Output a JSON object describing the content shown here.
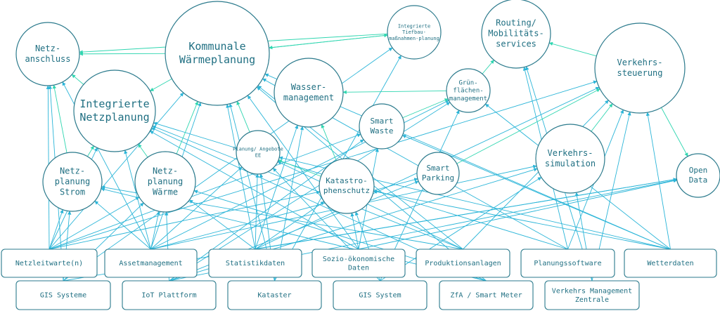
{
  "colors": {
    "node_stroke": "#2b7a8c",
    "node_text": "#1f6f82",
    "edge_blue": "#2bb5d8",
    "edge_green": "#2fd6b0"
  },
  "nodes": [
    {
      "id": "netzanschluss",
      "shape": "circle",
      "lines": [
        "Netz-",
        "anschluss"
      ]
    },
    {
      "id": "integrierte-netzplanung",
      "shape": "circle",
      "lines": [
        "Integrierte",
        "Netzplanung"
      ]
    },
    {
      "id": "kommunale-waermeplanung",
      "shape": "circle",
      "lines": [
        "Kommunale",
        "Wärmeplanung"
      ]
    },
    {
      "id": "integrierte-tiefbau",
      "shape": "circle",
      "lines": [
        "Integrierte",
        "Tiefbau-",
        "maßnahmen-planung"
      ]
    },
    {
      "id": "routing",
      "shape": "circle",
      "lines": [
        "Routing/",
        "Mobilitäts-",
        "services"
      ]
    },
    {
      "id": "verkehrssteuerung",
      "shape": "circle",
      "lines": [
        "Verkehrs-",
        "steuerung"
      ]
    },
    {
      "id": "wassermanagement",
      "shape": "circle",
      "lines": [
        "Wasser-",
        "management"
      ]
    },
    {
      "id": "gruenflaechen",
      "shape": "circle",
      "lines": [
        "Grün-",
        "flächen-",
        "management"
      ]
    },
    {
      "id": "smart-waste",
      "shape": "circle",
      "lines": [
        "Smart",
        "Waste"
      ]
    },
    {
      "id": "planung-ee",
      "shape": "circle",
      "lines": [
        "Planung/ Angebote",
        "EE"
      ]
    },
    {
      "id": "netzplanung-strom",
      "shape": "circle",
      "lines": [
        "Netz-",
        "planung",
        "Strom"
      ]
    },
    {
      "id": "netzplanung-waerme",
      "shape": "circle",
      "lines": [
        "Netz-",
        "planung",
        "Wärme"
      ]
    },
    {
      "id": "katastrophenschutz",
      "shape": "circle",
      "lines": [
        "Katastro-",
        "phenschutz"
      ]
    },
    {
      "id": "smart-parking",
      "shape": "circle",
      "lines": [
        "Smart",
        "Parking"
      ]
    },
    {
      "id": "verkehrssimulation",
      "shape": "circle",
      "lines": [
        "Verkehrs-",
        "simulation"
      ]
    },
    {
      "id": "open-data",
      "shape": "circle",
      "lines": [
        "Open",
        "Data"
      ]
    },
    {
      "id": "netzleitwarte",
      "shape": "box",
      "lines": [
        "Netzleitwarte(n)"
      ]
    },
    {
      "id": "assetmanagement",
      "shape": "box",
      "lines": [
        "Assetmanagement"
      ]
    },
    {
      "id": "statistikdaten",
      "shape": "box",
      "lines": [
        "Statistikdaten"
      ]
    },
    {
      "id": "soziooekonomische",
      "shape": "box",
      "lines": [
        "Sozio-ökonomische",
        "Daten"
      ]
    },
    {
      "id": "produktionsanlagen",
      "shape": "box",
      "lines": [
        "Produktionsanlagen"
      ]
    },
    {
      "id": "planungssoftware",
      "shape": "box",
      "lines": [
        "Planungssoftware"
      ]
    },
    {
      "id": "wetterdaten",
      "shape": "box",
      "lines": [
        "Wetterdaten"
      ]
    },
    {
      "id": "gis-systeme",
      "shape": "box",
      "lines": [
        "GIS Systeme"
      ]
    },
    {
      "id": "iot-plattform",
      "shape": "box",
      "lines": [
        "IoT Plattform"
      ]
    },
    {
      "id": "kataster",
      "shape": "box",
      "lines": [
        "Kataster"
      ]
    },
    {
      "id": "gis-system",
      "shape": "box",
      "lines": [
        "GIS System"
      ]
    },
    {
      "id": "zfa-smart-meter",
      "shape": "box",
      "lines": [
        "ZfA / Smart Meter"
      ]
    },
    {
      "id": "verkehrs-management",
      "shape": "box",
      "lines": [
        "Verkehrs Management",
        "Zentrale"
      ]
    }
  ],
  "edges": [
    {
      "from": "netzleitwarte",
      "to": "netzanschluss",
      "color": "blue"
    },
    {
      "from": "netzleitwarte",
      "to": "integrierte-netzplanung",
      "color": "blue"
    },
    {
      "from": "netzleitwarte",
      "to": "kommunale-waermeplanung",
      "color": "blue"
    },
    {
      "from": "netzleitwarte",
      "to": "netzplanung-strom",
      "color": "blue"
    },
    {
      "from": "netzleitwarte",
      "to": "netzplanung-waerme",
      "color": "blue"
    },
    {
      "from": "netzleitwarte",
      "to": "katastrophenschutz",
      "color": "blue"
    },
    {
      "from": "netzleitwarte",
      "to": "smart-waste",
      "color": "blue"
    },
    {
      "from": "netzleitwarte",
      "to": "verkehrssteuerung",
      "color": "blue"
    },
    {
      "from": "assetmanagement",
      "to": "netzanschluss",
      "color": "blue"
    },
    {
      "from": "assetmanagement",
      "to": "integrierte-netzplanung",
      "color": "blue"
    },
    {
      "from": "assetmanagement",
      "to": "kommunale-waermeplanung",
      "color": "blue"
    },
    {
      "from": "assetmanagement",
      "to": "netzplanung-strom",
      "color": "blue"
    },
    {
      "from": "assetmanagement",
      "to": "netzplanung-waerme",
      "color": "blue"
    },
    {
      "from": "assetmanagement",
      "to": "planung-ee",
      "color": "blue"
    },
    {
      "from": "assetmanagement",
      "to": "gruenflaechen",
      "color": "blue"
    },
    {
      "from": "assetmanagement",
      "to": "smart-parking",
      "color": "blue"
    },
    {
      "from": "assetmanagement",
      "to": "verkehrssimulation",
      "color": "blue"
    },
    {
      "from": "statistikdaten",
      "to": "kommunale-waermeplanung",
      "color": "blue"
    },
    {
      "from": "statistikdaten",
      "to": "planung-ee",
      "color": "blue"
    },
    {
      "from": "statistikdaten",
      "to": "katastrophenschutz",
      "color": "blue"
    },
    {
      "from": "statistikdaten",
      "to": "wassermanagement",
      "color": "blue"
    },
    {
      "from": "statistikdaten",
      "to": "netzplanung-waerme",
      "color": "blue"
    },
    {
      "from": "statistikdaten",
      "to": "verkehrssteuerung",
      "color": "blue"
    },
    {
      "from": "statistikdaten",
      "to": "open-data",
      "color": "blue"
    },
    {
      "from": "soziooekonomische",
      "to": "kommunale-waermeplanung",
      "color": "blue"
    },
    {
      "from": "soziooekonomische",
      "to": "integrierte-netzplanung",
      "color": "blue"
    },
    {
      "from": "soziooekonomische",
      "to": "katastrophenschutz",
      "color": "blue"
    },
    {
      "from": "soziooekonomische",
      "to": "smart-waste",
      "color": "blue"
    },
    {
      "from": "soziooekonomische",
      "to": "open-data",
      "color": "blue"
    },
    {
      "from": "produktionsanlagen",
      "to": "kommunale-waermeplanung",
      "color": "blue"
    },
    {
      "from": "produktionsanlagen",
      "to": "integrierte-netzplanung",
      "color": "blue"
    },
    {
      "from": "produktionsanlagen",
      "to": "netzplanung-strom",
      "color": "blue"
    },
    {
      "from": "produktionsanlagen",
      "to": "planung-ee",
      "color": "blue"
    },
    {
      "from": "produktionsanlagen",
      "to": "verkehrssteuerung",
      "color": "blue"
    },
    {
      "from": "planungssoftware",
      "to": "routing",
      "color": "blue"
    },
    {
      "from": "planungssoftware",
      "to": "verkehrssteuerung",
      "color": "blue"
    },
    {
      "from": "planungssoftware",
      "to": "integrierte-netzplanung",
      "color": "blue"
    },
    {
      "from": "planungssoftware",
      "to": "kommunale-waermeplanung",
      "color": "blue"
    },
    {
      "from": "wetterdaten",
      "to": "kommunale-waermeplanung",
      "color": "blue"
    },
    {
      "from": "wetterdaten",
      "to": "verkehrssteuerung",
      "color": "blue"
    },
    {
      "from": "wetterdaten",
      "to": "gruenflaechen",
      "color": "blue"
    },
    {
      "from": "wetterdaten",
      "to": "katastrophenschutz",
      "color": "blue"
    },
    {
      "from": "wetterdaten",
      "to": "planung-ee",
      "color": "blue"
    },
    {
      "from": "wetterdaten",
      "to": "smart-waste",
      "color": "blue"
    },
    {
      "from": "gis-systeme",
      "to": "netzanschluss",
      "color": "blue"
    },
    {
      "from": "gis-systeme",
      "to": "netzplanung-strom",
      "color": "blue"
    },
    {
      "from": "gis-systeme",
      "to": "netzplanung-waerme",
      "color": "blue"
    },
    {
      "from": "gis-systeme",
      "to": "open-data",
      "color": "blue"
    },
    {
      "from": "gis-systeme",
      "to": "integrierte-tiefbau",
      "color": "blue"
    },
    {
      "from": "iot-plattform",
      "to": "smart-parking",
      "color": "blue"
    },
    {
      "from": "iot-plattform",
      "to": "smart-waste",
      "color": "blue"
    },
    {
      "from": "iot-plattform",
      "to": "gruenflaechen",
      "color": "blue"
    },
    {
      "from": "iot-plattform",
      "to": "netzplanung-waerme",
      "color": "blue"
    },
    {
      "from": "iot-plattform",
      "to": "open-data",
      "color": "blue"
    },
    {
      "from": "iot-plattform",
      "to": "verkehrssimulation",
      "color": "blue"
    },
    {
      "from": "kataster",
      "to": "kommunale-waermeplanung",
      "color": "blue"
    },
    {
      "from": "kataster",
      "to": "planung-ee",
      "color": "blue"
    },
    {
      "from": "kataster",
      "to": "wassermanagement",
      "color": "blue"
    },
    {
      "from": "kataster",
      "to": "integrierte-tiefbau",
      "color": "blue"
    },
    {
      "from": "gis-system",
      "to": "katastrophenschutz",
      "color": "blue"
    },
    {
      "from": "gis-system",
      "to": "planung-ee",
      "color": "blue"
    },
    {
      "from": "gis-system",
      "to": "gruenflaechen",
      "color": "blue"
    },
    {
      "from": "gis-system",
      "to": "verkehrssimulation",
      "color": "blue"
    },
    {
      "from": "zfa-smart-meter",
      "to": "integrierte-netzplanung",
      "color": "blue"
    },
    {
      "from": "zfa-smart-meter",
      "to": "netzplanung-strom",
      "color": "blue"
    },
    {
      "from": "zfa-smart-meter",
      "to": "kommunale-waermeplanung",
      "color": "blue"
    },
    {
      "from": "zfa-smart-meter",
      "to": "netzplanung-waerme",
      "color": "blue"
    },
    {
      "from": "verkehrs-management",
      "to": "verkehrssimulation",
      "color": "blue"
    },
    {
      "from": "verkehrs-management",
      "to": "verkehrssteuerung",
      "color": "blue"
    },
    {
      "from": "verkehrs-management",
      "to": "routing",
      "color": "blue"
    },
    {
      "from": "integrierte-netzplanung",
      "to": "netzanschluss",
      "color": "green"
    },
    {
      "from": "netzplanung-strom",
      "to": "netzanschluss",
      "color": "green"
    },
    {
      "from": "netzplanung-strom",
      "to": "integrierte-netzplanung",
      "color": "green"
    },
    {
      "from": "netzplanung-waerme",
      "to": "integrierte-netzplanung",
      "color": "green"
    },
    {
      "from": "netzplanung-waerme",
      "to": "kommunale-waermeplanung",
      "color": "green"
    },
    {
      "from": "integrierte-tiefbau",
      "to": "kommunale-waermeplanung",
      "color": "green"
    },
    {
      "from": "integrierte-tiefbau",
      "to": "netzanschluss",
      "color": "green"
    },
    {
      "from": "kommunale-waermeplanung",
      "to": "integrierte-tiefbau",
      "color": "green"
    },
    {
      "from": "kommunale-waermeplanung",
      "to": "integrierte-netzplanung",
      "color": "green"
    },
    {
      "from": "kommunale-waermeplanung",
      "to": "netzanschluss",
      "color": "green"
    },
    {
      "from": "gruenflaechen",
      "to": "wassermanagement",
      "color": "green"
    },
    {
      "from": "gruenflaechen",
      "to": "routing",
      "color": "green"
    },
    {
      "from": "smart-waste",
      "to": "gruenflaechen",
      "color": "green"
    },
    {
      "from": "katastrophenschutz",
      "to": "wassermanagement",
      "color": "green"
    },
    {
      "from": "katastrophenschutz",
      "to": "planung-ee",
      "color": "green"
    },
    {
      "from": "verkehrssimulation",
      "to": "verkehrssteuerung",
      "color": "green"
    },
    {
      "from": "verkehrssteuerung",
      "to": "routing",
      "color": "green"
    },
    {
      "from": "verkehrssteuerung",
      "to": "open-data",
      "color": "green"
    },
    {
      "from": "planung-ee",
      "to": "kommunale-waermeplanung",
      "color": "green"
    },
    {
      "from": "smart-parking",
      "to": "verkehrssteuerung",
      "color": "green"
    }
  ]
}
